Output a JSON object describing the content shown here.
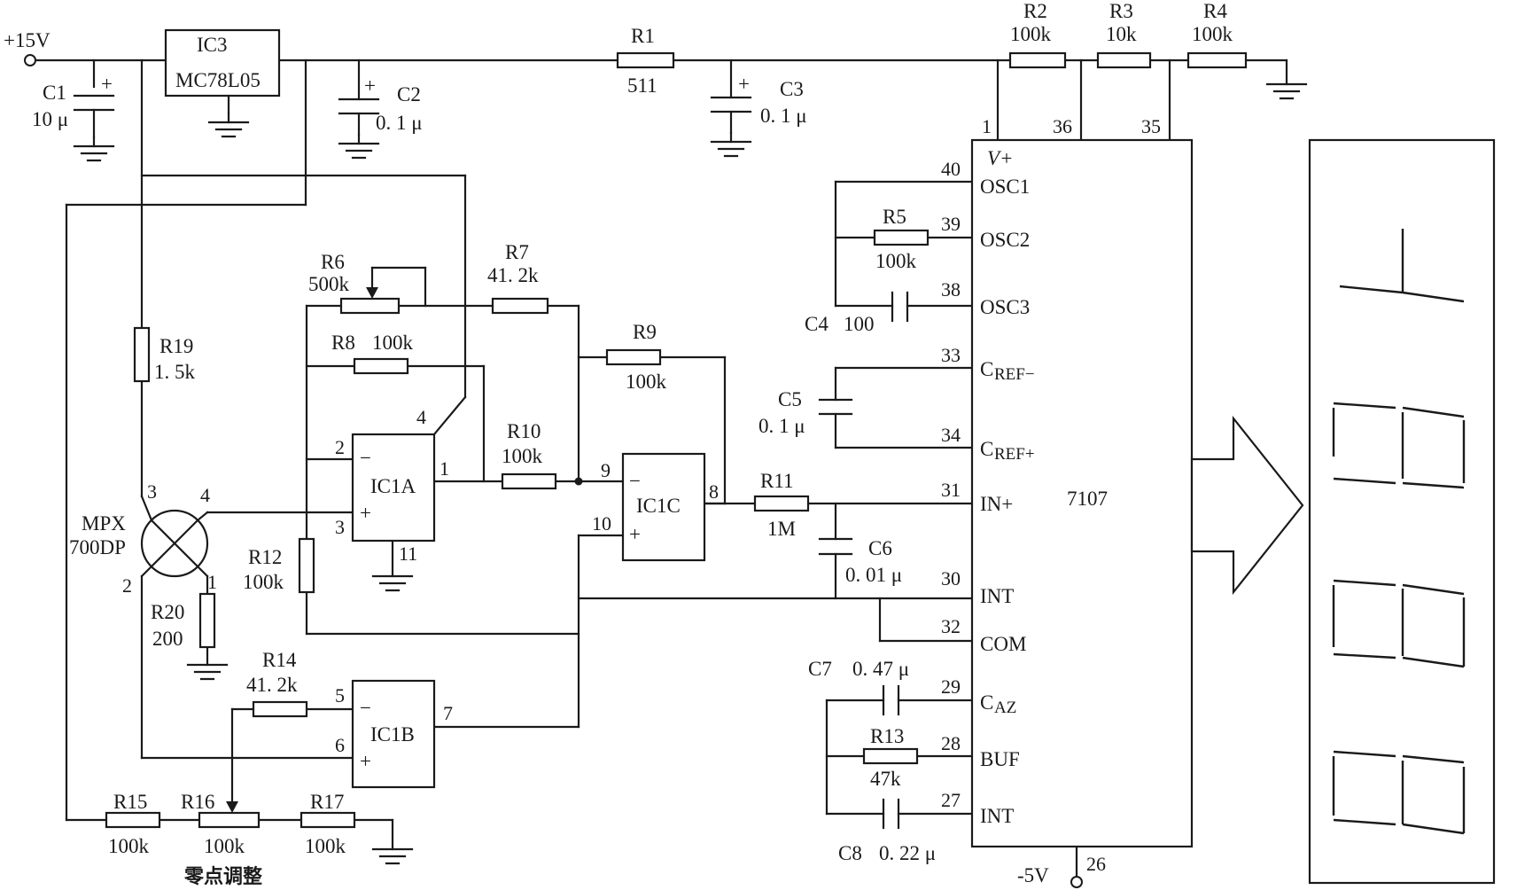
{
  "supply": {
    "pos": "+15V",
    "neg": "-5V"
  },
  "ic3": {
    "ref": "IC3",
    "part": "MC78L05"
  },
  "c1": {
    "ref": "C1",
    "value": "10 μ",
    "plus": "+"
  },
  "c2": {
    "ref": "C2",
    "value": "0. 1 μ",
    "plus": "+"
  },
  "c3": {
    "ref": "C3",
    "value": "0. 1 μ",
    "plus": "+"
  },
  "c4": {
    "ref": "C4",
    "value": "100"
  },
  "c5": {
    "ref": "C5",
    "value": "0. 1 μ"
  },
  "c6": {
    "ref": "C6",
    "value": "0. 01 μ"
  },
  "c7": {
    "ref": "C7",
    "value": "0. 47 μ"
  },
  "c8": {
    "ref": "C8",
    "value": "0. 22 μ"
  },
  "r1": {
    "ref": "R1",
    "value": "511"
  },
  "r2": {
    "ref": "R2",
    "value": "100k"
  },
  "r3": {
    "ref": "R3",
    "value": "10k"
  },
  "r4": {
    "ref": "R4",
    "value": "100k"
  },
  "r5": {
    "ref": "R5",
    "value": "100k"
  },
  "r6": {
    "ref": "R6",
    "value": "500k"
  },
  "r7": {
    "ref": "R7",
    "value": "41. 2k"
  },
  "r8": {
    "ref": "R8",
    "value": "100k"
  },
  "r9": {
    "ref": "R9",
    "value": "100k"
  },
  "r10": {
    "ref": "R10",
    "value": "100k"
  },
  "r11": {
    "ref": "R11",
    "value": "1M"
  },
  "r12": {
    "ref": "R12",
    "value": "100k"
  },
  "r13": {
    "ref": "R13",
    "value": "47k"
  },
  "r14": {
    "ref": "R14",
    "value": "41. 2k"
  },
  "r15": {
    "ref": "R15",
    "value": "100k"
  },
  "r16": {
    "ref": "R16",
    "value": "100k"
  },
  "r17": {
    "ref": "R17",
    "value": "100k"
  },
  "r19": {
    "ref": "R19",
    "value": "1. 5k"
  },
  "r20": {
    "ref": "R20",
    "value": "200"
  },
  "sensor": {
    "line1": "MPX",
    "line2": "700DP",
    "pin1": "1",
    "pin2": "2",
    "pin3": "3",
    "pin4": "4"
  },
  "ic1a": {
    "ref": "IC1A",
    "pin_inv": "2",
    "pin_noninv": "3",
    "pin_out": "1",
    "pin_vplus": "4",
    "pin_gnd": "11",
    "minus": "−",
    "plus": "+"
  },
  "ic1b": {
    "ref": "IC1B",
    "pin_inv": "5",
    "pin_noninv": "6",
    "pin_out": "7",
    "minus": "−",
    "plus": "+"
  },
  "ic1c": {
    "ref": "IC1C",
    "pin_inv": "9",
    "pin_noninv": "10",
    "pin_out": "8",
    "minus": "−",
    "plus": "+"
  },
  "adc": {
    "part": "7107",
    "vplus": "V+",
    "pins": {
      "p1": "1",
      "p36": "36",
      "p35": "35",
      "p40": "40",
      "p39": "39",
      "p38": "38",
      "p33": "33",
      "p34": "34",
      "p31": "31",
      "p30": "30",
      "p32": "32",
      "p29": "29",
      "p28": "28",
      "p27": "27",
      "p26": "26"
    },
    "names": {
      "osc1": "OSC1",
      "osc2": "OSC2",
      "osc3": "OSC3",
      "cref_minus_c": "C",
      "cref_minus_sub": "REF−",
      "cref_plus_c": "C",
      "cref_plus_sub": "REF+",
      "in_plus": "IN+",
      "int1": "INT",
      "com": "COM",
      "caz_c": "C",
      "caz_sub": "AZ",
      "buf": "BUF",
      "int2": "INT"
    }
  },
  "zero_adjust": "零点调整",
  "display": {
    "digits": 4,
    "leading_digit": "1"
  }
}
